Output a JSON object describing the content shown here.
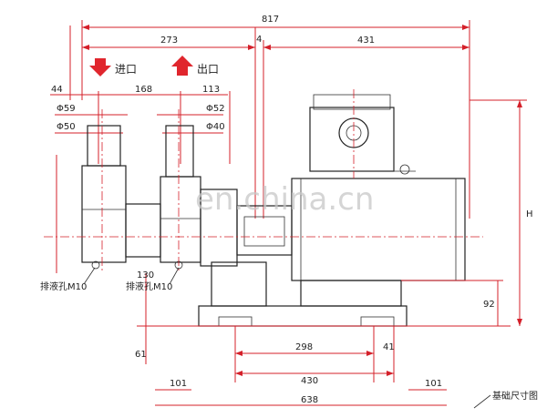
{
  "dimensions": {
    "overall_length": "817",
    "left_segment": "273",
    "right_segment": "431",
    "mid_small": "4",
    "inlet_outlet_spacing": "168",
    "left_offset": "44",
    "right_offset": "113",
    "inlet_flange": "Φ59",
    "inlet_bore": "Φ50",
    "outlet_flange": "Φ52",
    "outlet_bore": "Φ40",
    "overall_height": "H",
    "motor_base_height": "92",
    "pump_base_height": "61",
    "drain_height": "130",
    "base_length_inner": "298",
    "base_length": "430",
    "base_total": "638",
    "bolt_offset": "41",
    "left_gap": "101",
    "right_gap": "101"
  },
  "labels": {
    "inlet": "进口",
    "outlet": "出口",
    "drain_left": "排液孔M10",
    "drain_right": "排液孔M10",
    "foot_note": "基础尺寸图"
  },
  "watermark": "en.china.cn",
  "colors": {
    "arrow_inlet": "#e0262d",
    "arrow_outlet": "#e0262d",
    "dimension_line": "#d4202a"
  }
}
